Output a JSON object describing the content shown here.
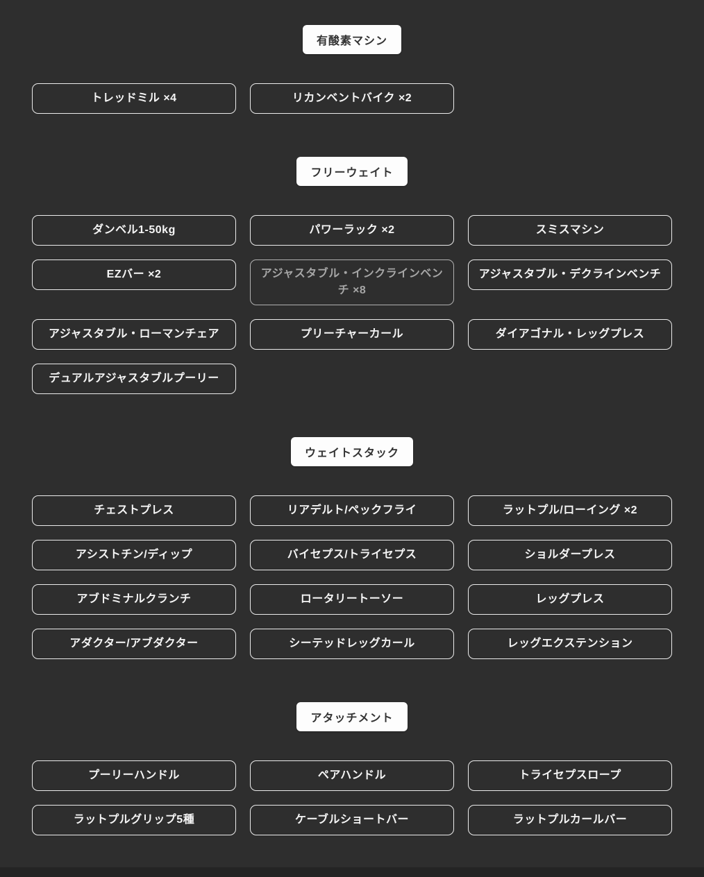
{
  "page": {
    "background_color": "#2e2e2e",
    "badge_background_color": "#fdfdfd",
    "badge_text_color": "#333333",
    "button_border_color": "#ececec",
    "button_text_color": "#f5f5f5",
    "dimmed_button_border_color": "#b0b0b0",
    "dimmed_button_text_color": "#a6a6a6"
  },
  "sections": [
    {
      "id": "cardio",
      "title": "有酸素マシン",
      "items": [
        {
          "label": "トレッドミル ×4",
          "dimmed": false
        },
        {
          "label": "リカンベントバイク ×2",
          "dimmed": false
        }
      ]
    },
    {
      "id": "free-weights",
      "title": "フリーウェイト",
      "items": [
        {
          "label": "ダンベル1-50kg",
          "dimmed": false
        },
        {
          "label": "パワーラック ×2",
          "dimmed": false
        },
        {
          "label": "スミスマシン",
          "dimmed": false
        },
        {
          "label": "EZバー ×2",
          "dimmed": false
        },
        {
          "label": "アジャスタブル・インクラインベンチ ×8",
          "dimmed": true
        },
        {
          "label": "アジャスタブル・デクラインベンチ",
          "dimmed": false
        },
        {
          "label": "アジャスタブル・ローマンチェア",
          "dimmed": false
        },
        {
          "label": "プリーチャーカール",
          "dimmed": false
        },
        {
          "label": "ダイアゴナル・レッグプレス",
          "dimmed": false
        },
        {
          "label": "デュアルアジャスタブルプーリー",
          "dimmed": false
        }
      ]
    },
    {
      "id": "weight-stack",
      "title": "ウェイトスタック",
      "items": [
        {
          "label": "チェストプレス",
          "dimmed": false
        },
        {
          "label": "リアデルト/ペックフライ",
          "dimmed": false
        },
        {
          "label": "ラットプル/ローイング ×2",
          "dimmed": false
        },
        {
          "label": "アシストチン/ディップ",
          "dimmed": false
        },
        {
          "label": "バイセプス/トライセプス",
          "dimmed": false
        },
        {
          "label": "ショルダープレス",
          "dimmed": false
        },
        {
          "label": "アブドミナルクランチ",
          "dimmed": false
        },
        {
          "label": "ロータリートーソー",
          "dimmed": false
        },
        {
          "label": "レッグプレス",
          "dimmed": false
        },
        {
          "label": "アダクター/アブダクター",
          "dimmed": false
        },
        {
          "label": "シーテッドレッグカール",
          "dimmed": false
        },
        {
          "label": "レッグエクステンション",
          "dimmed": false
        }
      ]
    },
    {
      "id": "attachments",
      "title": "アタッチメント",
      "items": [
        {
          "label": "プーリーハンドル",
          "dimmed": false
        },
        {
          "label": "ペアハンドル",
          "dimmed": false
        },
        {
          "label": "トライセプスロープ",
          "dimmed": false
        },
        {
          "label": "ラットプルグリップ5種",
          "dimmed": false
        },
        {
          "label": "ケーブルショートバー",
          "dimmed": false
        },
        {
          "label": "ラットプルカールバー",
          "dimmed": false
        }
      ]
    }
  ]
}
